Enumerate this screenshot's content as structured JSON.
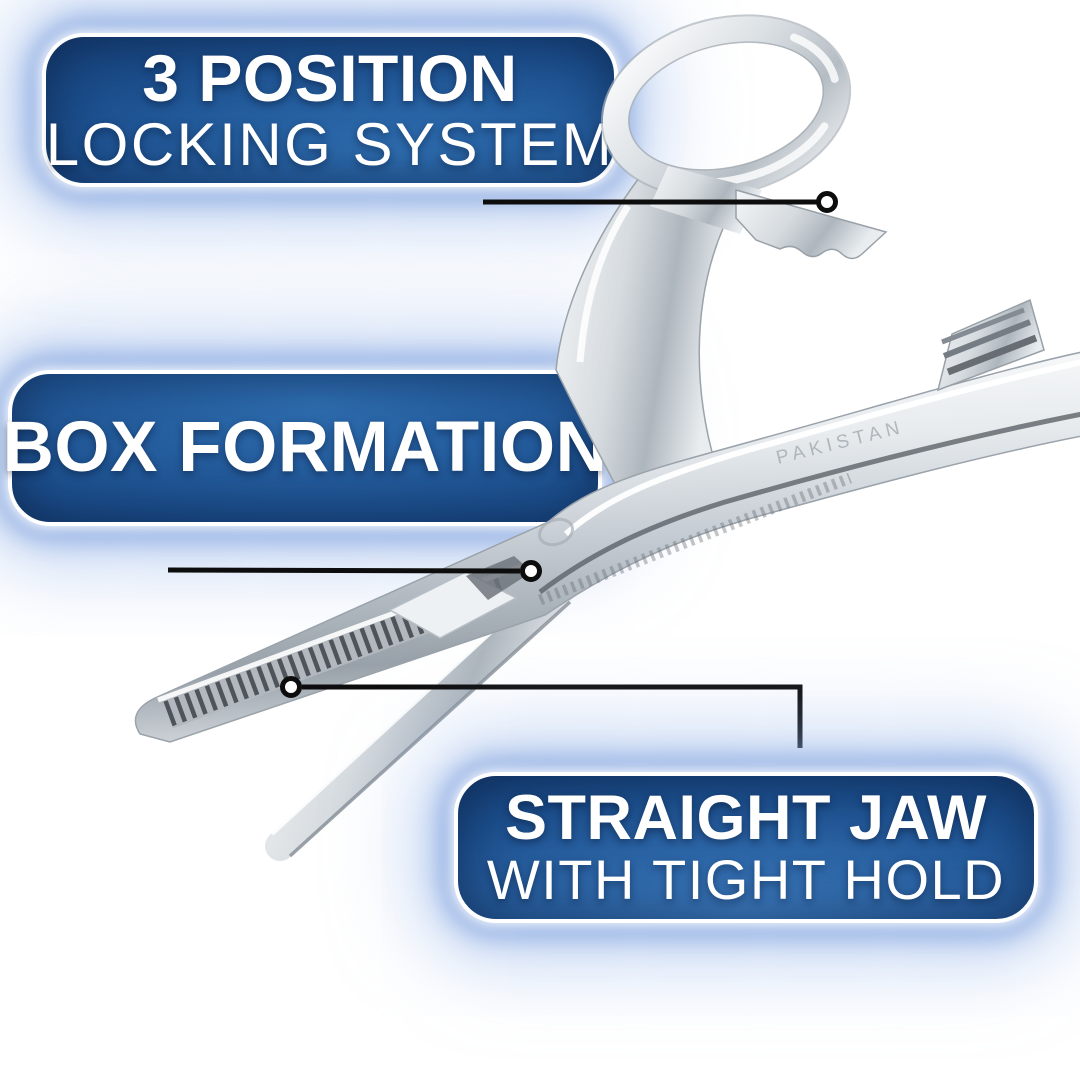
{
  "colors": {
    "background": "#ffffff",
    "badge_navy": "#0e2c59",
    "badge_blue": "#1c4f8d",
    "badge_light_blue": "#2f6fb2",
    "badge_border": "#ffffff",
    "badge_text": "#ffffff",
    "glow_blue": "#8fb2e4",
    "callout_black": "#0d0d0d",
    "metal_light": "#f2f4f6",
    "metal_mid": "#c3cad1",
    "metal_dark": "#8e969e"
  },
  "badges": [
    {
      "id": "locking-system",
      "title": "3 POSITION",
      "subtitle": "LOCKING SYSTEM"
    },
    {
      "id": "box-formation",
      "title": "BOX FORMATION"
    },
    {
      "id": "straight-jaw",
      "title": "STRAIGHT JAW",
      "subtitle": "WITH TIGHT HOLD"
    }
  ],
  "instrument": {
    "engraving": "PAKISTAN"
  }
}
